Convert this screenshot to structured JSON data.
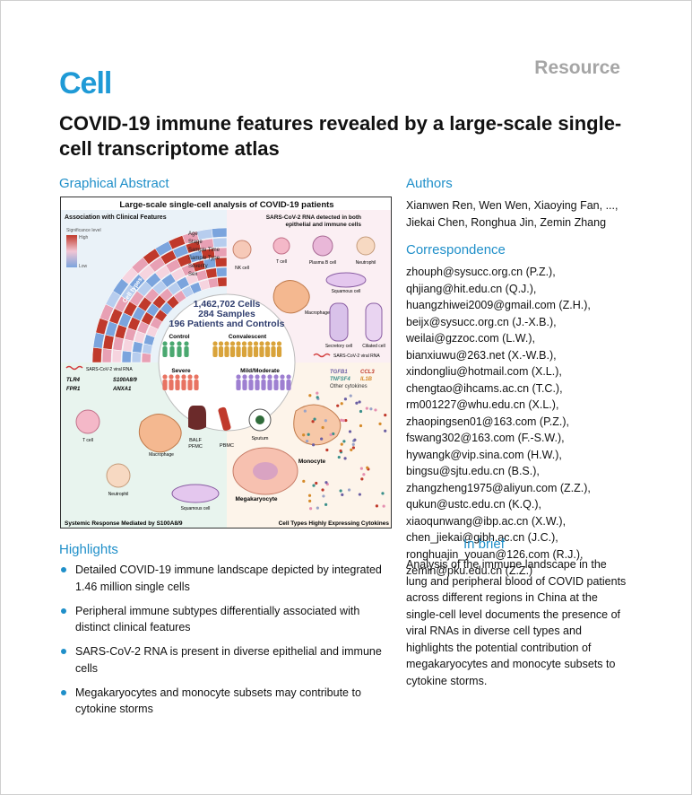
{
  "header": {
    "resource": "Resource",
    "logo": "Cell",
    "title": "COVID-19 immune features revealed by a large-scale single-cell transcriptome atlas"
  },
  "graphical_abstract": {
    "heading": "Graphical Abstract",
    "title": "Large-scale single-cell analysis of COVID-19 patients",
    "assoc_title": "Association with Clinical Features",
    "sig_label": "Significance level",
    "sig_high": "High",
    "sig_low": "Low",
    "features": [
      "Age",
      "Stage",
      "Sample Time",
      "Sample Type",
      "Severity",
      "Sex"
    ],
    "cell_types_label": "Cell types",
    "rna_title_1": "SARS-CoV-2 RNA detected in both",
    "rna_title_2": "epithelial and immune cells",
    "cells_top": [
      "NK cell",
      "T cell",
      "Plasma B cell",
      "Neutrophil"
    ],
    "squamous": "Squamous cell",
    "macrophage": "Macrophage",
    "secretory": "Secretory cell",
    "ciliated": "Ciliated cell",
    "viral_rna": "SARS-CoV-2 viral RNA",
    "stats": [
      "1,462,702 Cells",
      "284 Samples",
      "196 Patients and Controls"
    ],
    "groups": [
      "Control",
      "Convalescent",
      "Severe",
      "Mild/Moderate"
    ],
    "sources": [
      "BALF",
      "PFMC",
      "PBMC",
      "Sputum"
    ],
    "cytokines": [
      "TGFB1",
      "CCL3",
      "TNFSF4",
      "IL1B",
      "Other cytokines"
    ],
    "genes": [
      "TLR4",
      "S100A8/9",
      "FPR1",
      "ANXA1"
    ],
    "sys_cells": [
      "T cell",
      "Macrophage",
      "Neutrophil",
      "Squamous cell"
    ],
    "monocyte": "Monocyte",
    "megakaryocyte": "Megakaryocyte",
    "footer_left": "Systemic Response Mediated by S100A8/9",
    "footer_right": "Cell Types Highly Expressing Cytokines",
    "colors": {
      "high": "#c0392b",
      "mid": "#e8a0b4",
      "low": "#7ba4dd",
      "control": "#4aa870",
      "convalescent": "#d9a33a",
      "severe": "#e87362",
      "mild": "#9e7fd1"
    }
  },
  "authors": {
    "heading": "Authors",
    "text": "Xianwen Ren, Wen Wen, Xiaoying Fan, ..., Jiekai Chen, Ronghua Jin, Zemin Zhang"
  },
  "correspondence": {
    "heading": "Correspondence",
    "emails": [
      "zhouph@sysucc.org.cn (P.Z.),",
      "qhjiang@hit.edu.cn (Q.J.),",
      "huangzhiwei2009@gmail.com (Z.H.),",
      "beijx@sysucc.org.cn (J.-X.B.),",
      "weilai@gzzoc.com (L.W.),",
      "bianxiuwu@263.net (X.-W.B.),",
      "xindongliu@hotmail.com (X.L.),",
      "chengtao@ihcams.ac.cn (T.C.),",
      "rm001227@whu.edu.cn (X.L.),",
      "zhaopingsen01@163.com (P.Z.),",
      "fswang302@163.com (F.-S.W.),",
      "hywangk@vip.sina.com (H.W.),",
      "bingsu@sjtu.edu.cn (B.S.),",
      "zhangzheng1975@aliyun.com (Z.Z.),",
      "qukun@ustc.edu.cn (K.Q.),",
      "xiaoqunwang@ibp.ac.cn (X.W.),",
      "chen_jiekai@gibh.ac.cn (J.C.),",
      "ronghuajin_youan@126.com (R.J.),",
      "zemin@pku.edu.cn (Z.Z.)"
    ]
  },
  "highlights": {
    "heading": "Highlights",
    "items": [
      "Detailed COVID-19 immune landscape depicted by integrated 1.46 million single cells",
      "Peripheral immune subtypes differentially associated with distinct clinical features",
      "SARS-CoV-2 RNA is present in diverse epithelial and immune cells",
      "Megakaryocytes and monocyte subsets may contribute to cytokine storms"
    ]
  },
  "in_brief": {
    "heading": "In brief",
    "text": "Analysis of the immune landscape in the lung and peripheral blood of COVID patients across different regions in China at the single-cell level documents the presence of viral RNAs in diverse cell types and highlights the potential contribution of megakaryocytes and monocyte subsets to cytokine storms."
  }
}
